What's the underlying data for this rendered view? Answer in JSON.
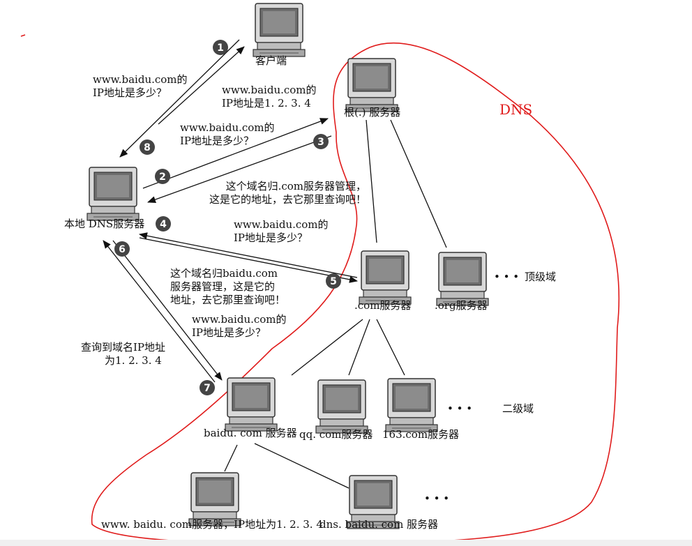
{
  "labels": {
    "client": "客户端",
    "root_server": "根(.) 服务器",
    "local_dns": "本地 DNS服务器",
    "com_server": ".com服务器",
    "org_server": ".org服务器",
    "top_level_ellipsis": "• • •",
    "top_level": "顶级域",
    "baidu_server": "baidu. com 服务器",
    "qq_server": "qq. com服务器",
    "s163_server": "163.com服务器",
    "second_level_ellipsis": "• • •",
    "second_level": "二级域",
    "www_server": "www. baidu. com服务器，IP地址为1. 2. 3. 4",
    "dns_baidu_server": "dns. baidu. com 服务器",
    "third_level_ellipsis": "• • •",
    "dns_region": "DNS"
  },
  "messages": {
    "m1_line1": "www.baidu.com的",
    "m1_line2": "IP地址是多少？",
    "m8_line1": "www.baidu.com的",
    "m8_line2": "IP地址是1. 2. 3. 4",
    "m2_line1": "www.baidu.com的",
    "m2_line2": "IP地址是多少？",
    "m3_line1": "这个域名归.com服务器管理，",
    "m3_line2": "这是它的地址，去它那里查询吧！",
    "m4_line1": "www.baidu.com的",
    "m4_line2": "IP地址是多少？",
    "m5_line1": "这个域名归baidu.com",
    "m5_line2": "服务器管理，这是它的",
    "m5_line3": "地址，去它那里查询吧！",
    "m6_line1": "www.baidu.com的",
    "m6_line2": "IP地址是多少？",
    "m7_line1": "查询到域名IP地址",
    "m7_line2": "为1. 2. 3. 4"
  },
  "steps": [
    "1",
    "2",
    "3",
    "4",
    "5",
    "6",
    "7",
    "8"
  ],
  "colors": {
    "dns_outline": "#e01c1c",
    "step_badge": "#444444",
    "line": "#111111"
  }
}
